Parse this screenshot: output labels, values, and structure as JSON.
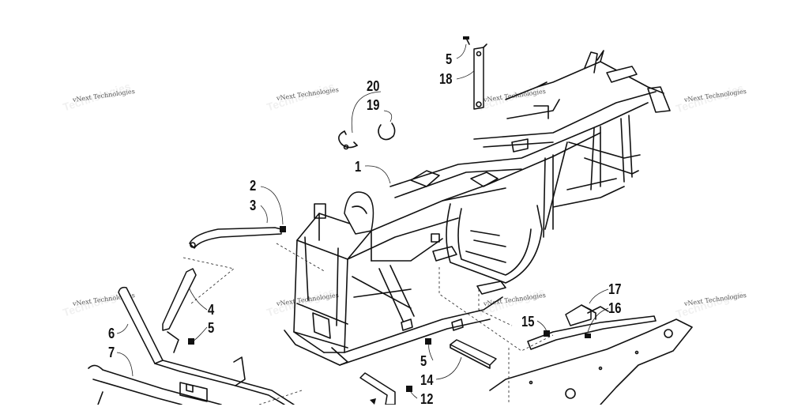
{
  "watermark": {
    "text": "vNext Technologies",
    "shadow_text": "Technologies"
  },
  "callouts": {
    "c20": "20",
    "c19": "19",
    "c5_top": "5",
    "c18": "18",
    "c1": "1",
    "c2": "2",
    "c3": "3",
    "c4": "4",
    "c5_left": "5",
    "c6": "6",
    "c7": "7",
    "c17": "17",
    "c16": "16",
    "c15": "15",
    "c5_mid": "5",
    "c14": "14",
    "c12": "12"
  }
}
